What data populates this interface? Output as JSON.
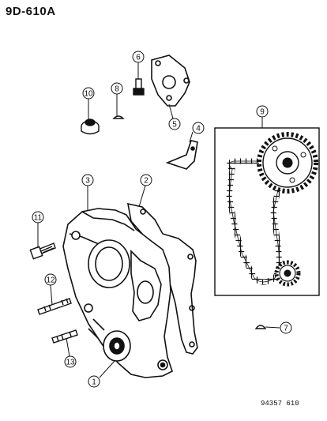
{
  "diagram": {
    "title": "9D-610A",
    "reference_code": "94357 610",
    "callouts": [
      "1",
      "2",
      "3",
      "4",
      "5",
      "6",
      "7",
      "8",
      "9",
      "10",
      "11",
      "12",
      "13"
    ]
  }
}
